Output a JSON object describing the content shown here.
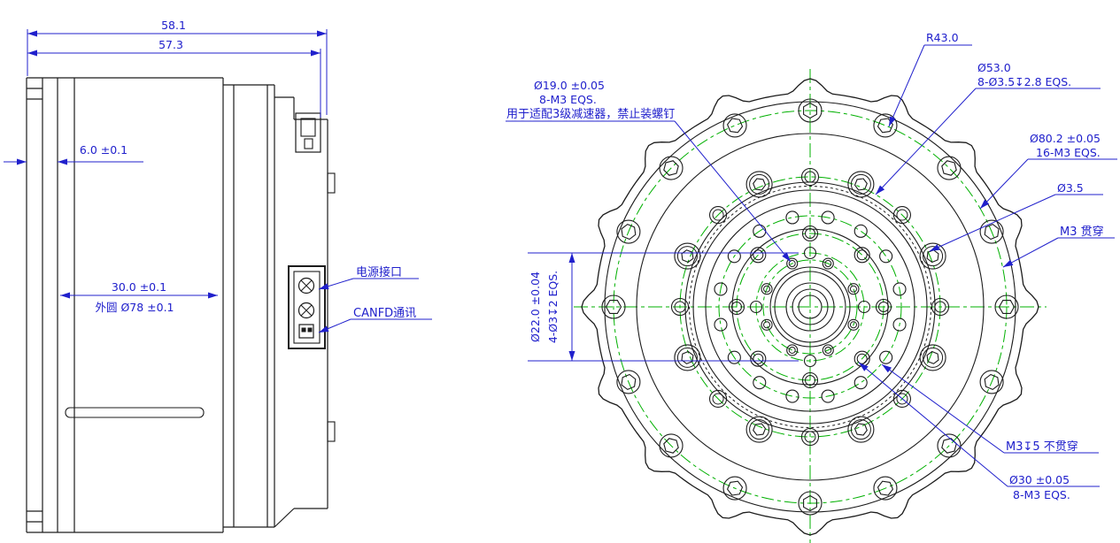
{
  "colors": {
    "line": "#1c1c1c",
    "dimension": "#2020cc",
    "centerline": "#00b000",
    "background": "#ffffff"
  },
  "side_view": {
    "dim_58_1": "58.1",
    "dim_57_3": "57.3",
    "dim_6_0": "6.0 ±0.1",
    "dim_30_0": "30.0 ±0.1",
    "dim_outer_78": "外圆 Ø78 ±0.1",
    "label_power": "电源接口",
    "label_canfd": "CANFD通讯"
  },
  "front_view": {
    "dim_r43": "R43.0",
    "dim_d53_line1": "Ø53.0",
    "dim_d53_line2": "8-Ø3.5↧2.8 EQS.",
    "dim_d19_line1": "Ø19.0 ±0.05",
    "dim_d19_line2": "8-M3 EQS.",
    "dim_d19_line3": "用于适配3级减速器，禁止装螺钉",
    "dim_d80_line1": "Ø80.2 ±0.05",
    "dim_d80_line2": "16-M3 EQS.",
    "dim_d35": "Ø3.5",
    "dim_m3_through": "M3 贯穿",
    "dim_d22_line1": "Ø22.0 ±0.04",
    "dim_d22_line2": "4-Ø3↧2 EQS.",
    "dim_m3_blind": "M3↧5 不贯穿",
    "dim_d30_line1": "Ø30 ±0.05",
    "dim_d30_line2": "8-M3 EQS."
  }
}
